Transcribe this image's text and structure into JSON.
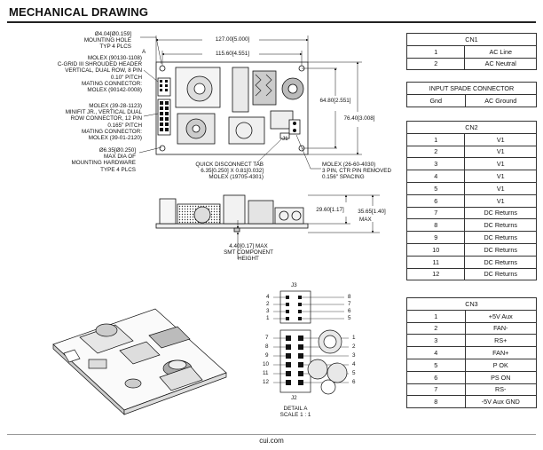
{
  "title": "MECHANICAL DRAWING",
  "footer": "cui.com",
  "annotations": {
    "mounting_hole": "Ø4.04[Ø0.159]\nMOUNTING HOLE\nTYP 4 PLCS",
    "label_a": "A",
    "header_cn1": "MOLEX (90130-1108)\nC-GRID III SHROUDED HEADER\nVERTICAL, DUAL ROW, 8 PIN\n0.10\" PITCH\nMATING CONNECTOR:\nMOLEX (90142-0008)",
    "header_cn2": "MOLEX (39-28-1123)\nMINIFIT JR., VERTICAL DUAL\nROW CONNECTOR, 12 PIN\n0.165\" PITCH\nMATING CONNECTOR:\nMOLEX (39-01-2120)",
    "hardware": "Ø6.35[Ø0.250]\nMAX DIA OF\nMOUNTING HARDWARE\nTYPE 4 PLCS",
    "dim_width_outer": "127.00[5.000]",
    "dim_width_inner": "115.60[4.551]",
    "dim_height_inner": "64.80[2.551]",
    "dim_height_outer": "76.40[3.008]",
    "quick_disconnect": "QUICK DISCONNECT TAB\n6.35[0.250] X 0.81[0.032]\nMOLEX (19705-4301)",
    "molex_j1": "MOLEX (26-60-4030)\n3 PIN, CTR PIN REMOVED\n0.156\" SPACING",
    "dim_side_inner": "29.60[1.17]",
    "dim_side_outer": "35.65[1.40]",
    "max_label": "MAX",
    "smt_height": "4.40[0.17] MAX\nSMT COMPONENT\nHEIGHT",
    "j1": "J1",
    "j2": "J2",
    "j3": "J3",
    "detail": "DETAIL A\nSCALE 1 : 1"
  },
  "j3_pins_left": [
    "4",
    "2",
    "3",
    "1"
  ],
  "j3_pins_right": [
    "8",
    "7",
    "6",
    "5"
  ],
  "j2_pins_left": [
    "7",
    "8",
    "9",
    "10",
    "11",
    "12"
  ],
  "j2_pins_right": [
    "1",
    "2",
    "3",
    "4",
    "5",
    "6"
  ],
  "tables": {
    "cn1": {
      "title": "CN1",
      "rows": [
        [
          "1",
          "AC Line"
        ],
        [
          "2",
          "AC Neutral"
        ]
      ]
    },
    "spade": {
      "title": "INPUT SPADE CONNECTOR",
      "rows": [
        [
          "Gnd",
          "AC Ground"
        ]
      ]
    },
    "cn2": {
      "title": "CN2",
      "rows": [
        [
          "1",
          "V1"
        ],
        [
          "2",
          "V1"
        ],
        [
          "3",
          "V1"
        ],
        [
          "4",
          "V1"
        ],
        [
          "5",
          "V1"
        ],
        [
          "6",
          "V1"
        ],
        [
          "7",
          "DC Returns"
        ],
        [
          "8",
          "DC Returns"
        ],
        [
          "9",
          "DC Returns"
        ],
        [
          "10",
          "DC Returns"
        ],
        [
          "11",
          "DC Returns"
        ],
        [
          "12",
          "DC Returns"
        ]
      ]
    },
    "cn3": {
      "title": "CN3",
      "rows": [
        [
          "1",
          "+5V Aux"
        ],
        [
          "2",
          "FAN-"
        ],
        [
          "3",
          "RS+"
        ],
        [
          "4",
          "FAN+"
        ],
        [
          "5",
          "P OK"
        ],
        [
          "6",
          "PS ON"
        ],
        [
          "7",
          "RS-"
        ],
        [
          "8",
          "-5V Aux GND"
        ]
      ]
    }
  }
}
